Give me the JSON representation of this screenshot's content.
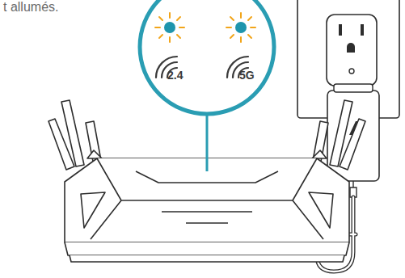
{
  "diagram": {
    "labels": [
      "t allumés.",
      "2.4",
      "5G"
    ]
  }
}
